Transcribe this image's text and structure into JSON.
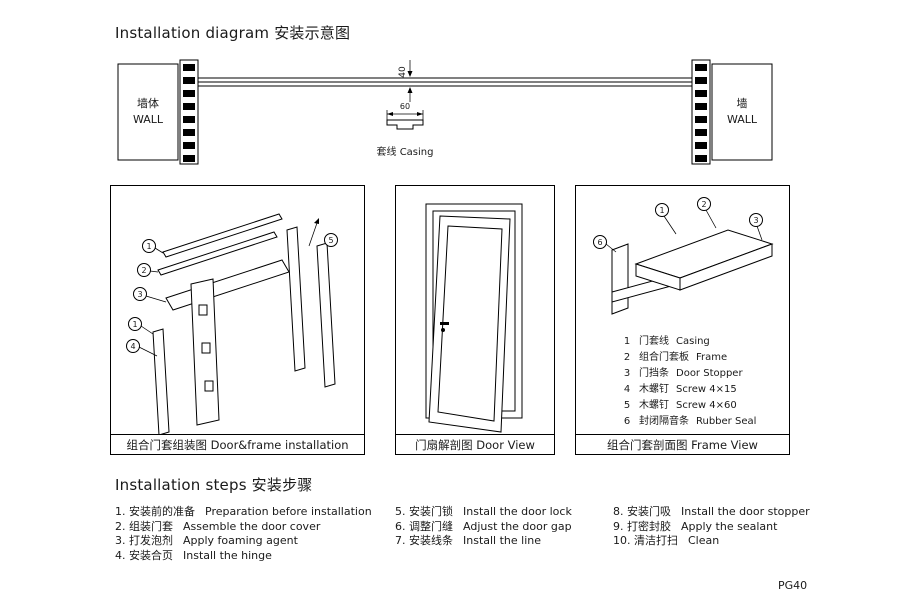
{
  "page": {
    "title": "Installation diagram 安装示意图",
    "steps_title": "Installation steps 安装步骤",
    "page_number": "PG40"
  },
  "top_diagram": {
    "wall_left_zh": "墙体",
    "wall_left_en": "WALL",
    "wall_right_zh": "墙",
    "wall_right_en": "WALL",
    "dim_top": "40",
    "dim_casing": "60",
    "casing_label": "套线 Casing"
  },
  "panels": {
    "assembly": {
      "caption": "组合门套组装图 Door&frame installation",
      "callouts": [
        "1",
        "2",
        "3",
        "1",
        "4",
        "5"
      ]
    },
    "door": {
      "caption": "门扇解剖图 Door View"
    },
    "frame": {
      "caption": "组合门套剖面图 Frame View",
      "callouts": [
        "6",
        "1",
        "2",
        "3"
      ],
      "legend": [
        {
          "num": "1",
          "zh": "门套线",
          "en": "Casing"
        },
        {
          "num": "2",
          "zh": "组合门套板",
          "en": "Frame"
        },
        {
          "num": "3",
          "zh": "门挡条",
          "en": "Door Stopper"
        },
        {
          "num": "4",
          "zh": "木螺钉",
          "en": "Screw 4×15"
        },
        {
          "num": "5",
          "zh": "木螺钉",
          "en": "Screw 4×60"
        },
        {
          "num": "6",
          "zh": "封闭隔音条",
          "en": "Rubber Seal"
        }
      ]
    }
  },
  "steps": {
    "col1": [
      {
        "zh": "1. 安装前的准备",
        "en": "Preparation before installation"
      },
      {
        "zh": "2. 组装门套",
        "en": "Assemble the door cover"
      },
      {
        "zh": "3. 打发泡剂",
        "en": "Apply foaming agent"
      },
      {
        "zh": "4. 安装合页",
        "en": "Install the hinge"
      }
    ],
    "col2": [
      {
        "zh": "5. 安装门锁",
        "en": "Install the door lock"
      },
      {
        "zh": "6. 调整门缝",
        "en": "Adjust the door gap"
      },
      {
        "zh": "7. 安装线条",
        "en": "Install the line"
      }
    ],
    "col3": [
      {
        "zh": "8. 安装门吸",
        "en": "Install the door stopper"
      },
      {
        "zh": "9. 打密封胶",
        "en": "Apply the sealant"
      },
      {
        "zh": "10. 清洁打扫",
        "en": "Clean"
      }
    ]
  }
}
